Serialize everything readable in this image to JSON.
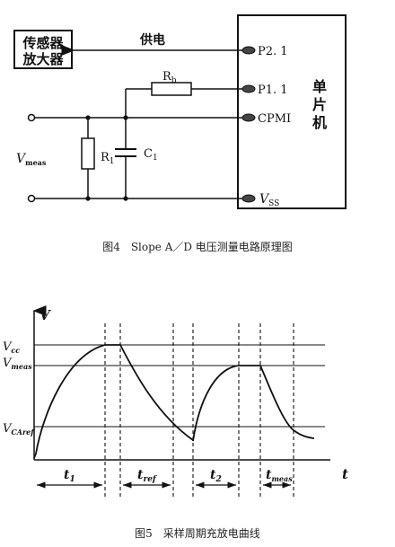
{
  "fig4": {
    "caption": "图4　Slope A／D 电压测量电路原理图",
    "sensor_line1": "传感器",
    "sensor_line2": "放大器",
    "power_label": "供电",
    "mcu_line1": "单",
    "mcu_line2": "片",
    "mcu_line3": "机",
    "pins": {
      "p21": "P2. 1",
      "p11": "P1. 1",
      "cpmi": "CPMI",
      "vss": "V",
      "vss_sub": "SS"
    },
    "rb": "R",
    "rb_sub": "b",
    "r1": "R",
    "r1_sub": "1",
    "c1": "C",
    "c1_sub": "1",
    "vmeas": "V",
    "vmeas_sub": "meas"
  },
  "fig5": {
    "caption": "图5　采样周期充放电曲线",
    "y_axis": "V",
    "x_axis": "t",
    "levels": [
      {
        "main": "V",
        "sub": "cc"
      },
      {
        "main": "V",
        "sub": "meas"
      },
      {
        "main": "V",
        "sub": "CAref"
      }
    ],
    "intervals": [
      {
        "main": "t",
        "sub": "1"
      },
      {
        "main": "t",
        "sub": "ref"
      },
      {
        "main": "t",
        "sub": "2"
      },
      {
        "main": "t",
        "sub": "meas"
      }
    ]
  }
}
